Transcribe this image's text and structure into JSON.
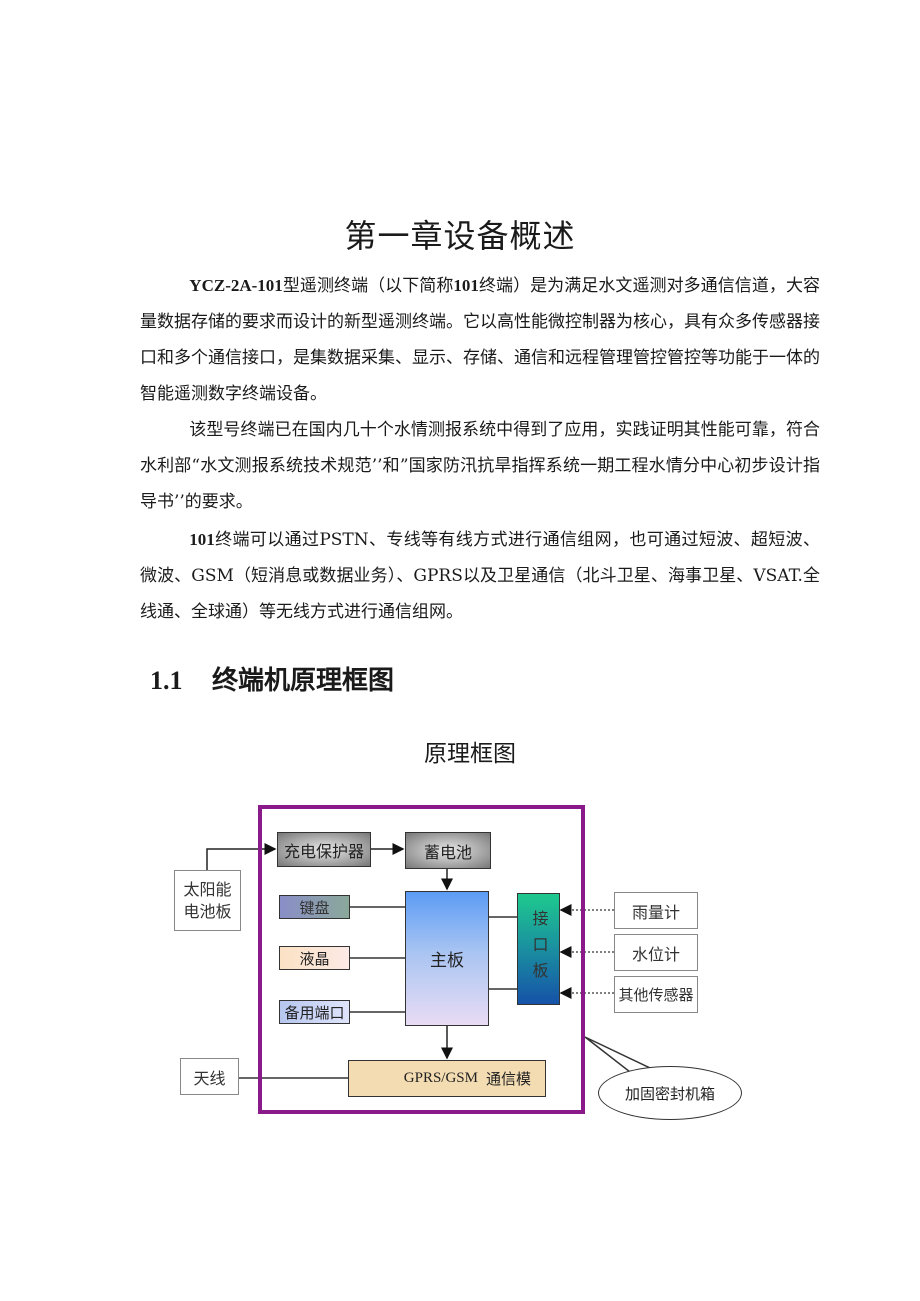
{
  "chapter": {
    "title": "第一章设备概述"
  },
  "paragraphs": [
    {
      "bold_prefix": "YCZ-2A-101",
      "text": "型遥测终端（以下简称",
      "bold_mid": "101",
      "text2": "终端）是为满足水文遥测对多通信信道，大容量数据存储的要求而设计的新型遥测终端。它以高性能微控制器为核心，具有众多传感器接口和多个通信接口，是集数据采集、显示、存储、通信和远程管理管控管控等功能于一体的智能遥测数字终端设备。"
    },
    {
      "text": "该型号终端已在国内几十个水情测报系统中得到了应用，实践证明其性能可靠，符合水利部“水文测报系统技术规范’’和”国家防汛抗旱指挥系统一期工程水情分中心初步设计指导书’’的要求。"
    },
    {
      "bold_prefix": "101",
      "text": "终端可以通过PSTN、专线等有线方式进行通信组网，也可通过短波、超短波、微波、GSM（短消息或数据业务）、GPRS以及卫星通信（北斗卫星、海事卫星、VSAT.全线通、全球通）等无线方式进行通信组网。"
    }
  ],
  "section": {
    "number": "1.1",
    "title": "终端机原理框图"
  },
  "diagram": {
    "title": "原理框图",
    "colors": {
      "enclosure": "#8a1a8a",
      "main_board_top": "#5c9cf5",
      "interface_board_top": "#1ec98e",
      "gprs_module": "#f3dcb2"
    },
    "blocks": {
      "solar_panel": "太阳能电池板",
      "solar_panel_line1": "太阳能",
      "solar_panel_line2": "电池板",
      "charge_protector": "充电保护器",
      "battery": "蓄电池",
      "keyboard": "键盘",
      "lcd": "液晶",
      "spare_port": "备用端口",
      "main_board": "主板",
      "interface_board": "接口板",
      "rain_gauge": "雨量计",
      "water_level_gauge": "水位计",
      "other_sensors": "其他传感器",
      "antenna": "天线",
      "gprs_module_latin": "GPRS/GSM",
      "gprs_module_cn": "通信模",
      "enclosure_callout": "加固密封机箱"
    }
  }
}
